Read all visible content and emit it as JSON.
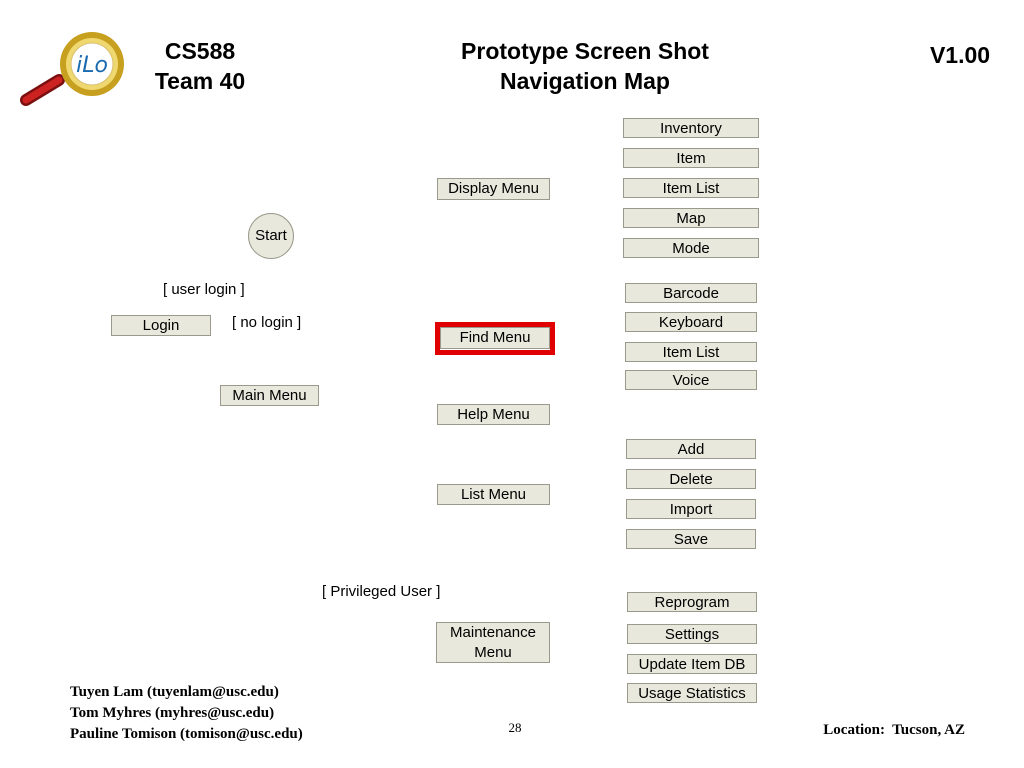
{
  "header": {
    "course": "CS588",
    "team": "Team 40",
    "title_line1": "Prototype Screen Shot",
    "title_line2": "Navigation Map",
    "version": "V1.00"
  },
  "logo": {
    "text": "iLo",
    "icon": "magnifying-glass-icon"
  },
  "nodes": {
    "start": "Start",
    "login": "Login",
    "main_menu": "Main Menu",
    "display_menu": "Display Menu",
    "find_menu": "Find Menu",
    "help_menu": "Help Menu",
    "list_menu": "List Menu",
    "maintenance_menu_line1": "Maintenance",
    "maintenance_menu_line2": "Menu",
    "display_items": [
      "Inventory",
      "Item",
      "Item List",
      "Map",
      "Mode"
    ],
    "find_items": [
      "Barcode",
      "Keyboard",
      "Item List",
      "Voice"
    ],
    "list_items": [
      "Add",
      "Delete",
      "Import",
      "Save"
    ],
    "maintenance_items": [
      "Reprogram",
      "Settings",
      "Update Item DB",
      "Usage Statistics"
    ]
  },
  "edge_labels": {
    "user_login": "[ user login ]",
    "no_login": "[ no login ]",
    "privileged_user": "[ Privileged User ]"
  },
  "footer": {
    "authors": [
      "Tuyen Lam (tuyenlam@usc.edu)",
      "Tom Myhres (myhres@usc.edu)",
      "Pauline Tomison (tomison@usc.edu)"
    ],
    "page_number": "28",
    "location": "Location:  Tucson, AZ"
  },
  "colors": {
    "connector": "#4f7ec0",
    "box_fill": "#e8e8dc",
    "selection": "#e00000"
  }
}
